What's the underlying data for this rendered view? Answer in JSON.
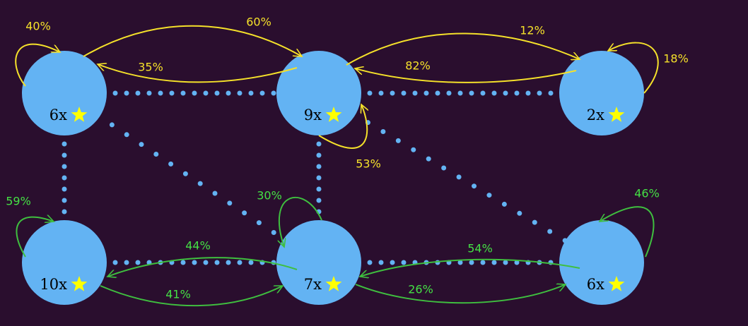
{
  "colors": {
    "background": "#2a0e2e",
    "node": "#63b3f3",
    "dots": "#63b3f3",
    "star": "#ffff00",
    "yellow": "#f5e12a",
    "green": "#3fbf3f",
    "yellow_text": "#f5e12a",
    "green_text": "#44e044",
    "node_text": "#000000"
  },
  "nodes": [
    {
      "id": "a",
      "label": "6x",
      "icon": "star-icon"
    },
    {
      "id": "b",
      "label": "9x",
      "icon": "star-icon"
    },
    {
      "id": "c",
      "label": "2x",
      "icon": "star-icon"
    },
    {
      "id": "d",
      "label": "10x",
      "icon": "star-icon"
    },
    {
      "id": "e",
      "label": "7x",
      "icon": "star-icon"
    },
    {
      "id": "f",
      "label": "6x",
      "icon": "star-icon"
    }
  ],
  "dotted_links": [
    [
      "a",
      "b"
    ],
    [
      "b",
      "c"
    ],
    [
      "a",
      "d"
    ],
    [
      "b",
      "e"
    ],
    [
      "d",
      "e"
    ],
    [
      "e",
      "f"
    ],
    [
      "a",
      "e"
    ],
    [
      "b",
      "f"
    ]
  ],
  "transitions": [
    {
      "from": "a",
      "to": "a",
      "label": "40%",
      "group": "yellow"
    },
    {
      "from": "a",
      "to": "b",
      "label": "60%",
      "group": "yellow"
    },
    {
      "from": "b",
      "to": "a",
      "label": "35%",
      "group": "yellow"
    },
    {
      "from": "b",
      "to": "c",
      "label": "12%",
      "group": "yellow"
    },
    {
      "from": "c",
      "to": "b",
      "label": "82%",
      "group": "yellow"
    },
    {
      "from": "c",
      "to": "c",
      "label": "18%",
      "group": "yellow"
    },
    {
      "from": "b",
      "to": "b",
      "label": "53%",
      "group": "yellow"
    },
    {
      "from": "d",
      "to": "d",
      "label": "59%",
      "group": "green"
    },
    {
      "from": "e",
      "to": "e",
      "label": "30%",
      "group": "green"
    },
    {
      "from": "f",
      "to": "f",
      "label": "46%",
      "group": "green"
    },
    {
      "from": "e",
      "to": "d",
      "label": "44%",
      "group": "green"
    },
    {
      "from": "d",
      "to": "e",
      "label": "41%",
      "group": "green"
    },
    {
      "from": "f",
      "to": "e",
      "label": "54%",
      "group": "green"
    },
    {
      "from": "e",
      "to": "f",
      "label": "26%",
      "group": "green"
    }
  ]
}
